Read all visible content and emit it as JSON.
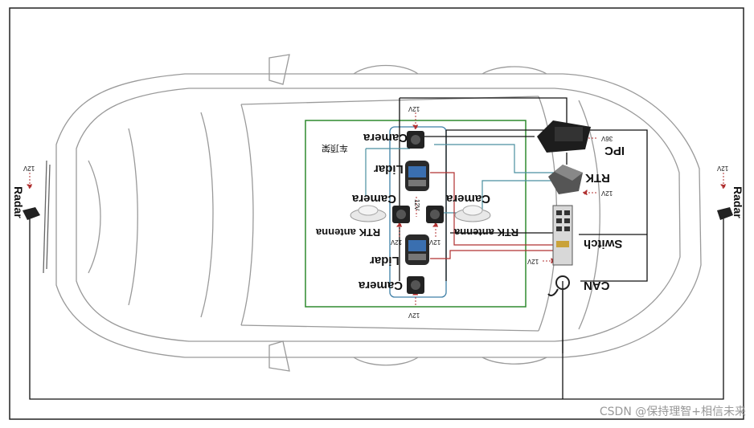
{
  "labels": {
    "camera_top": "Camera",
    "camera_left": "Camera",
    "camera_right": "Camera",
    "camera_bottom": "Camera",
    "lidar_top": "Lidar",
    "lidar_bottom": "Lidar",
    "rtk_antenna_left": "RTK antenna",
    "rtk_antenna_right": "RTK antenna",
    "rack": "车顶架",
    "ipc": "IPC",
    "rtk": "RTK",
    "switch": "Switch",
    "can": "CAN",
    "radar_left": "Radar",
    "radar_right": "Radar",
    "v12": "12V",
    "v36": "36V"
  },
  "watermark": "CSDN @保持理智+相信未来",
  "colors": {
    "wire_black": "#111111",
    "wire_teal": "#4a8fa0",
    "wire_red": "#b03030",
    "roof_rack_green": "#2f8a2f",
    "camera_group_blue": "#3d7fa6",
    "car_outline": "#9a9a9a"
  }
}
